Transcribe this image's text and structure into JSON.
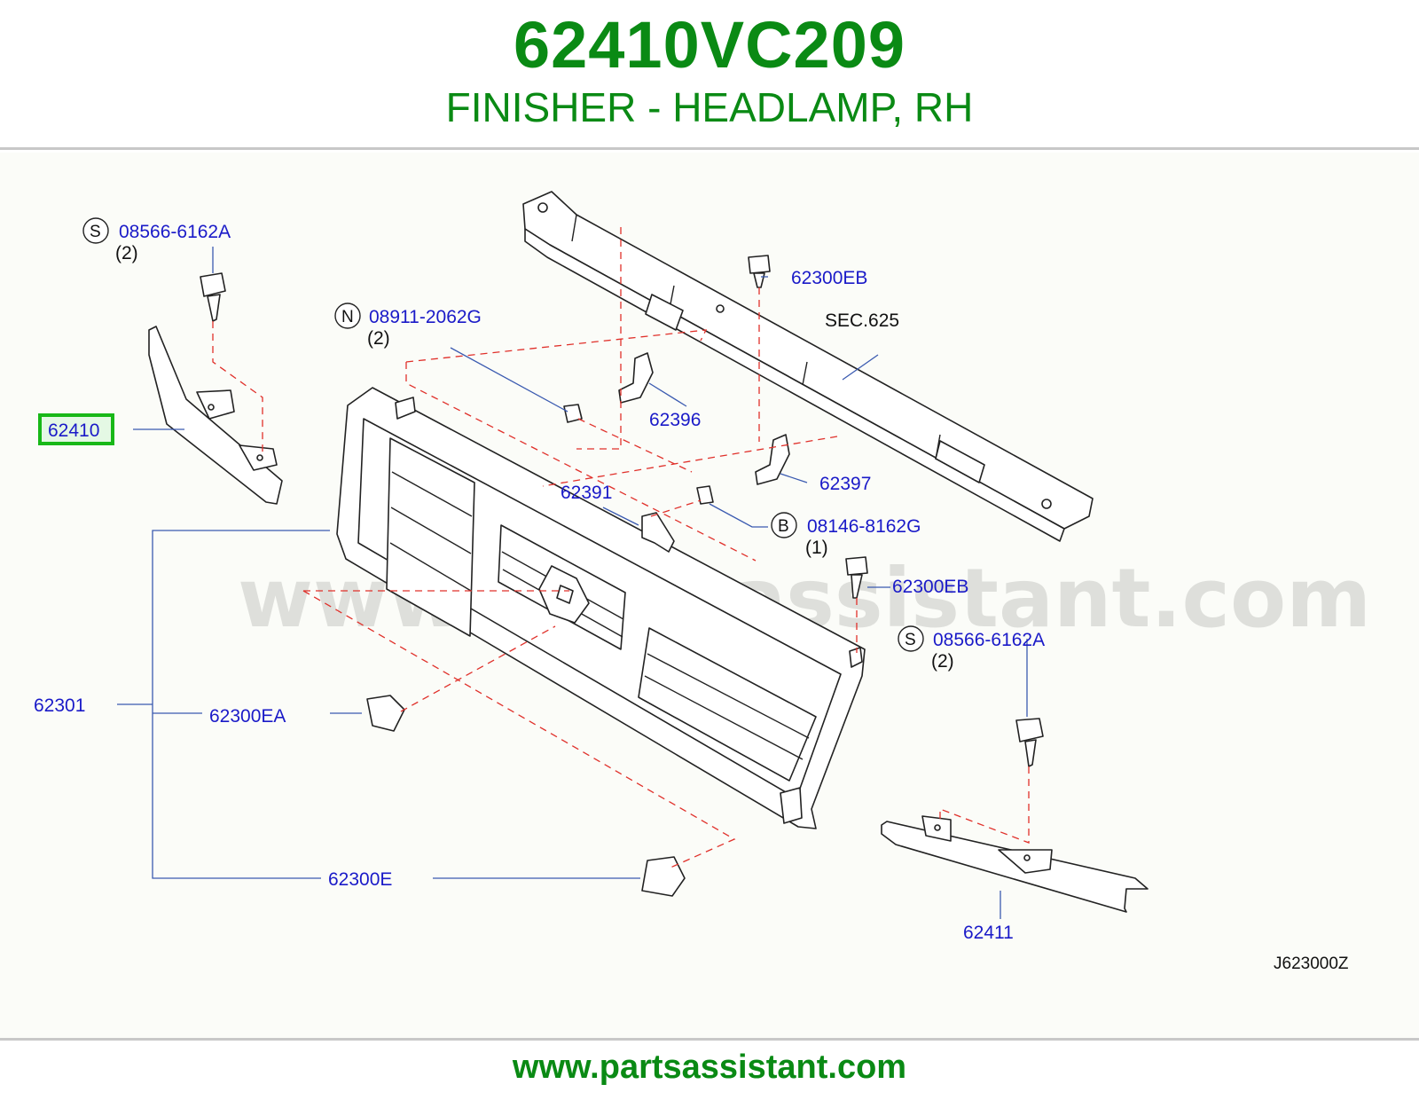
{
  "header": {
    "part_number": "62410VC209",
    "part_name": "FINISHER - HEADLAMP, RH"
  },
  "diagram": {
    "watermark": "www.partsassistant.com",
    "figure_code": "J623000Z",
    "highlighted_part": "62410",
    "callouts": {
      "c08566_left": {
        "symbol": "S",
        "part": "08566-6162A",
        "qty": "(2)"
      },
      "c08911": {
        "symbol": "N",
        "part": "08911-2062G",
        "qty": "(2)"
      },
      "c08146": {
        "symbol": "B",
        "part": "08146-8162G",
        "qty": "(1)"
      },
      "c08566_right": {
        "symbol": "S",
        "part": "08566-6162A",
        "qty": "(2)"
      },
      "p62300EB_top": "62300EB",
      "p62300EB_mid": "62300EB",
      "sec625": "SEC.625",
      "p62396": "62396",
      "p62397": "62397",
      "p62391": "62391",
      "p62410": "62410",
      "p62301": "62301",
      "p62300EA": "62300EA",
      "p62300E": "62300E",
      "p62411": "62411"
    },
    "colors": {
      "title": "#0a8a14",
      "label": "#1a1ac8",
      "highlight": "#18b818",
      "dash": "#e0302a"
    }
  },
  "footer": {
    "url": "www.partsassistant.com"
  }
}
